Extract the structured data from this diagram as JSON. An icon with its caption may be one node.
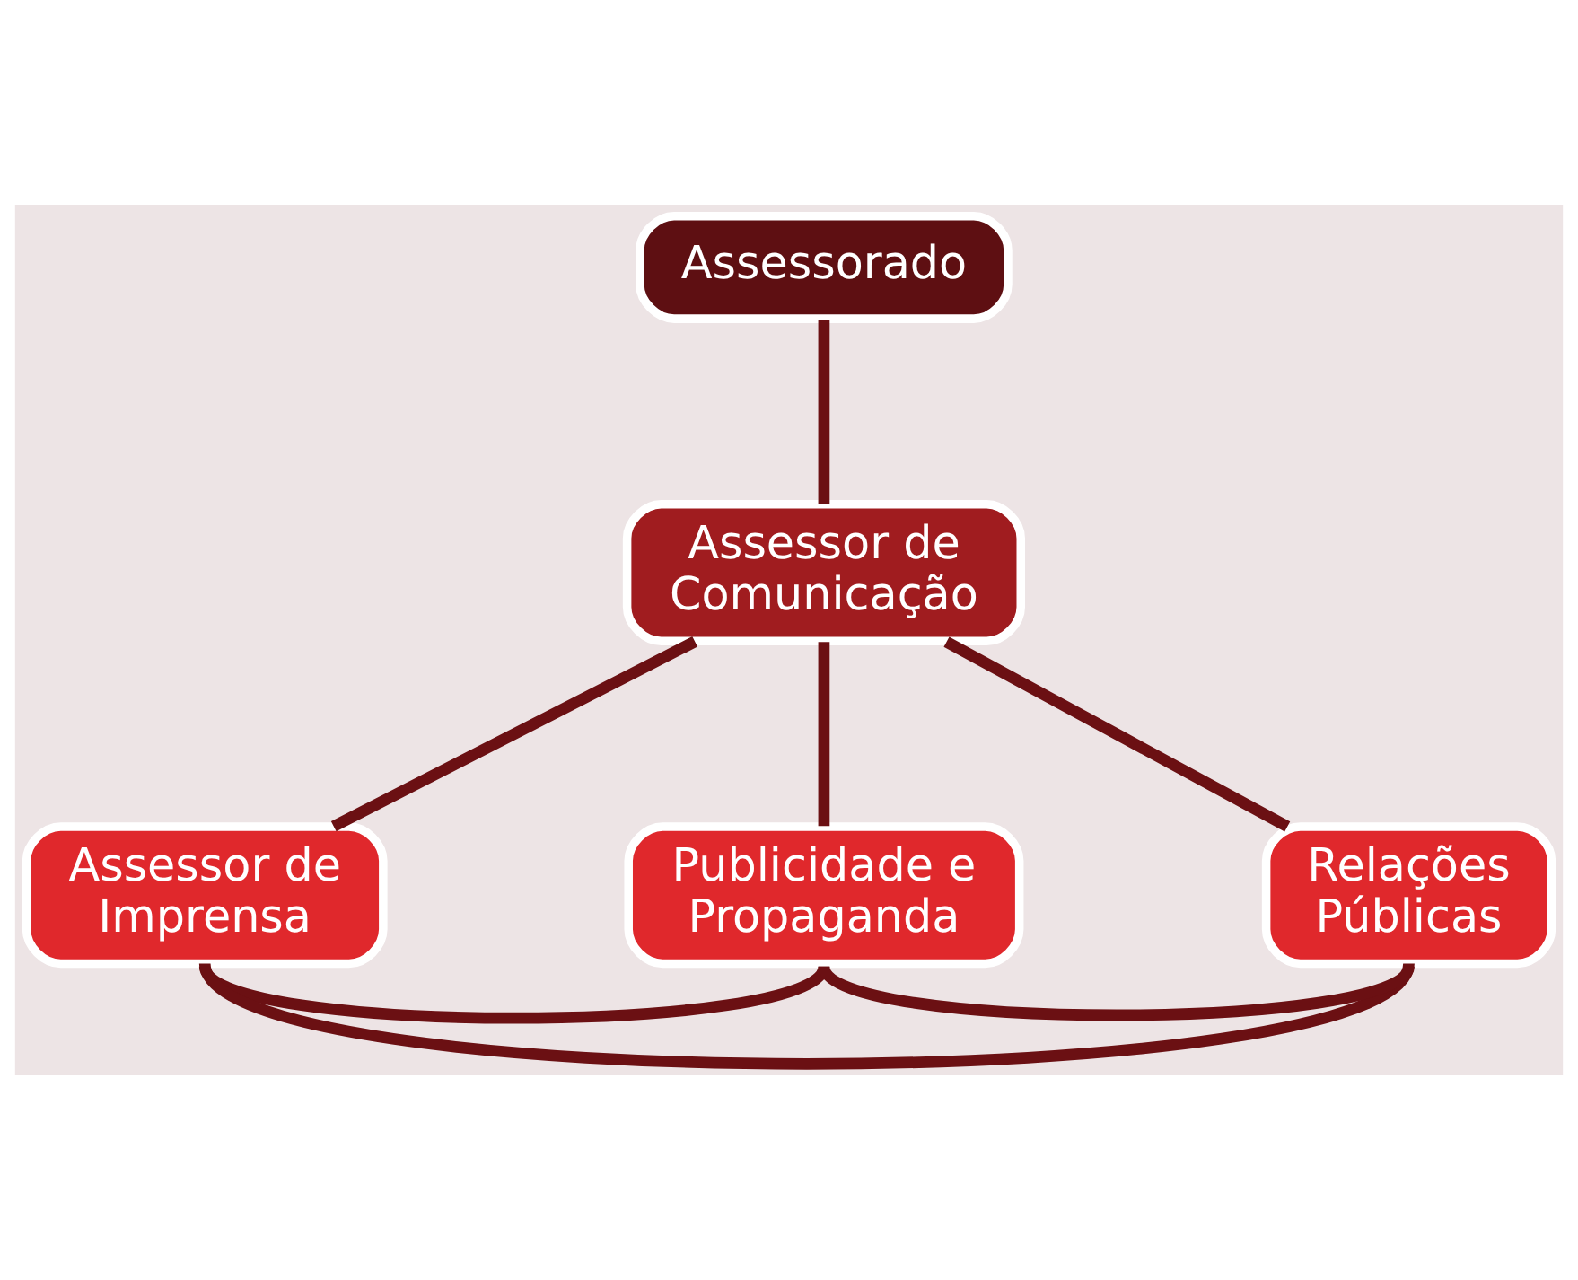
{
  "diagram": {
    "nodes": [
      {
        "text": [
          "Assessorado"
        ]
      },
      {
        "text": [
          "Assessor de Comunicação"
        ]
      },
      {
        "text": [
          "Assessor de Imprensa"
        ]
      },
      {
        "text": [
          "Publicidade e Propaganda"
        ]
      },
      {
        "text": [
          "Relações Públicas"
        ]
      }
    ],
    "edges": [
      {
        "from": 0,
        "to": 1,
        "arrow": "none"
      },
      {
        "from": 1,
        "to": 2,
        "arrow": "none"
      },
      {
        "from": 1,
        "to": 3,
        "arrow": "none"
      },
      {
        "from": 1,
        "to": 4,
        "arrow": "none"
      },
      {
        "from": 2,
        "to": 3,
        "arrow": "none"
      },
      {
        "from": 3,
        "to": 4,
        "arrow": "none"
      },
      {
        "from": 2,
        "to": 4,
        "arrow": "none"
      }
    ]
  }
}
